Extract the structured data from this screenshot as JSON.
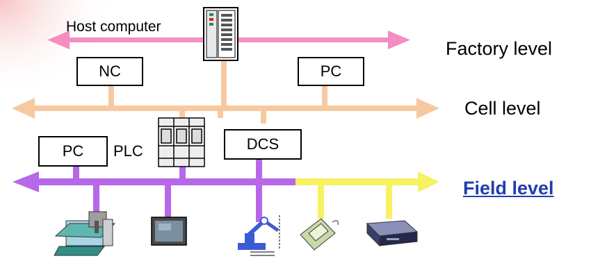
{
  "labels": {
    "host": "Host computer",
    "nc": "NC",
    "pc_cell": "PC",
    "pc_field": "PC",
    "plc": "PLC",
    "dcs": "DCS"
  },
  "levels": {
    "factory": "Factory level",
    "cell": "Cell level",
    "field": "Field level"
  },
  "colors": {
    "factory_bus": "#f28fc0",
    "cell_bus": "#f7c9a0",
    "field_bus_left": "#b768e8",
    "field_bus_right": "#f7f260",
    "link": "#1f3fae",
    "glow": "#f7c6c6"
  },
  "icons": [
    "server-icon",
    "plc-rack-icon",
    "machine-tool-icon",
    "monitor-icon",
    "robot-arm-icon",
    "handheld-device-icon",
    "network-device-icon"
  ]
}
